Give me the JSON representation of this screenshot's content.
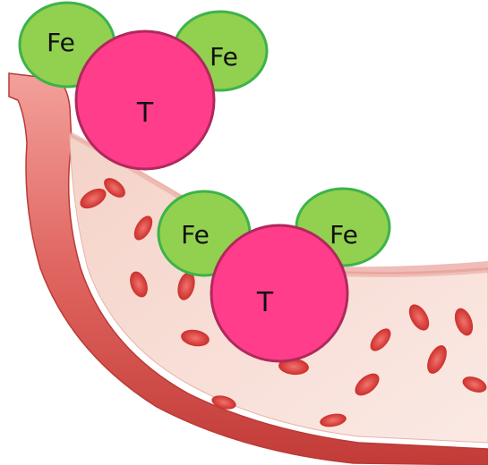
{
  "diagram": {
    "complexes": [
      {
        "name": "upper",
        "core_label": "T",
        "iron_labels": [
          "Fe",
          "Fe"
        ]
      },
      {
        "name": "lower",
        "core_label": "T",
        "iron_labels": [
          "Fe",
          "Fe"
        ]
      }
    ],
    "colors": {
      "iron_fill": "#92d050",
      "iron_stroke": "#3cb34a",
      "core_fill": "#ff3d8b",
      "core_stroke": "#b0295c",
      "vessel_wall": "#d9534f",
      "vessel_lumen": "#f6ded6",
      "red_cell": "#d9302c"
    },
    "icons": [
      "blood-vessel",
      "red-blood-cell"
    ]
  }
}
